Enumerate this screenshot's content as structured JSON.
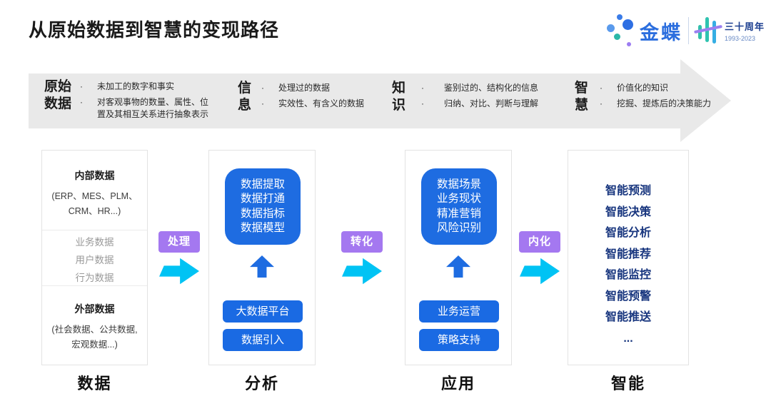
{
  "title": "从原始数据到智慧的变现路径",
  "logo": {
    "brand": "金蝶",
    "anniversary": "三十周年",
    "years": "1993-2023"
  },
  "ui": {
    "bullet_char": "·",
    "ellipsis": "..."
  },
  "banner": {
    "stages": [
      {
        "title": [
          "原始",
          "数据"
        ],
        "bullets": [
          "未加工的数字和事实",
          "对客观事物的数量、属性、位置及其相互关系进行抽象表示"
        ]
      },
      {
        "title": [
          "信",
          "息"
        ],
        "bullets": [
          "处理过的数据",
          "实效性、有含义的数据"
        ]
      },
      {
        "title": [
          "知",
          "识"
        ],
        "bullets": [
          "鉴别过的、结构化的信息",
          "归纳、对比、判断与理解"
        ]
      },
      {
        "title": [
          "智",
          "慧"
        ],
        "bullets": [
          "价值化的知识",
          "挖掘、提炼后的决策能力"
        ]
      }
    ]
  },
  "flow": {
    "connectors": [
      "处理",
      "转化",
      "内化"
    ],
    "columns": [
      {
        "label": "数据",
        "sections": [
          {
            "heading": "内部数据",
            "sub": "(ERP、MES、PLM、CRM、HR...)"
          },
          {
            "items": [
              "业务数据",
              "用户数据",
              "行为数据"
            ]
          },
          {
            "heading": "外部数据",
            "sub": "(社会数据、公共数据, 宏观数据...)"
          }
        ]
      },
      {
        "label": "分析",
        "card_lines": [
          "数据提取",
          "数据打通",
          "数据指标",
          "数据模型"
        ],
        "buttons": [
          "大数据平台",
          "数据引入"
        ]
      },
      {
        "label": "应用",
        "card_lines": [
          "数据场景",
          "业务现状",
          "精准营销",
          "风险识别"
        ],
        "buttons": [
          "业务运营",
          "策略支持"
        ]
      },
      {
        "label": "智能",
        "items": [
          "智能预测",
          "智能决策",
          "智能分析",
          "智能推荐",
          "智能监控",
          "智能预警",
          "智能推送",
          "..."
        ]
      }
    ]
  },
  "colors": {
    "accent_blue": "#1e6ce1",
    "cyan_arrow": "#00c3f4",
    "purple_badge": "#a478f0",
    "navy_text": "#17357e",
    "banner_gray": "#e9e9e9",
    "kingdee_blue": "#2b6ede"
  }
}
